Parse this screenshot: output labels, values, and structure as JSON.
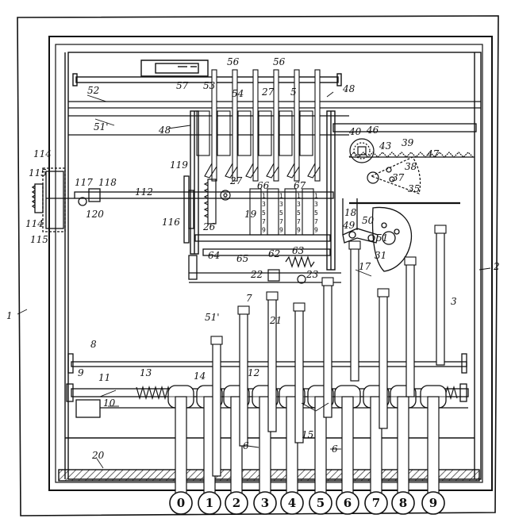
{
  "figure": {
    "labels": {
      "l1": "1",
      "l2": "2",
      "l3": "3",
      "l6a": "6",
      "l6b": "6",
      "l7": "7",
      "l8": "8",
      "l9": "9",
      "l10": "10",
      "l11": "11",
      "l12": "12",
      "l13": "13",
      "l14": "14",
      "l15": "15",
      "l17": "17",
      "l18": "18",
      "l19": "19",
      "l20": "20",
      "l21": "21",
      "l22": "22",
      "l23": "23",
      "l26": "26",
      "l27a": "27",
      "l27b": "27",
      "l31": "31",
      "l35": "35",
      "l37": "37",
      "l38": "38",
      "l39": "39",
      "l40": "40",
      "l43": "43",
      "l46": "46",
      "l47": "47",
      "l48a": "48",
      "l48b": "48",
      "l49": "49",
      "l50": "50",
      "l51a": "51'",
      "l51b": "51'",
      "l51c": "51",
      "l52": "52",
      "l53": "53",
      "l54": "54",
      "l55": "5",
      "l56a": "56",
      "l56b": "56",
      "l57": "57",
      "l62": "62",
      "l63": "63",
      "l64": "64",
      "l65": "65",
      "l66": "66",
      "l67": "67",
      "l112": "112",
      "l114a": "114",
      "l114b": "114",
      "l115a": "115",
      "l115b": "115",
      "l116": "116",
      "l117": "117",
      "l118": "118",
      "l119": "119",
      "l120": "120"
    },
    "keys": [
      "0",
      "1",
      "2",
      "3",
      "4",
      "5",
      "6",
      "7",
      "8",
      "9"
    ],
    "digits": [
      "0",
      "1",
      "2",
      "3",
      "4",
      "5",
      "6",
      "7",
      "8",
      "9"
    ]
  }
}
